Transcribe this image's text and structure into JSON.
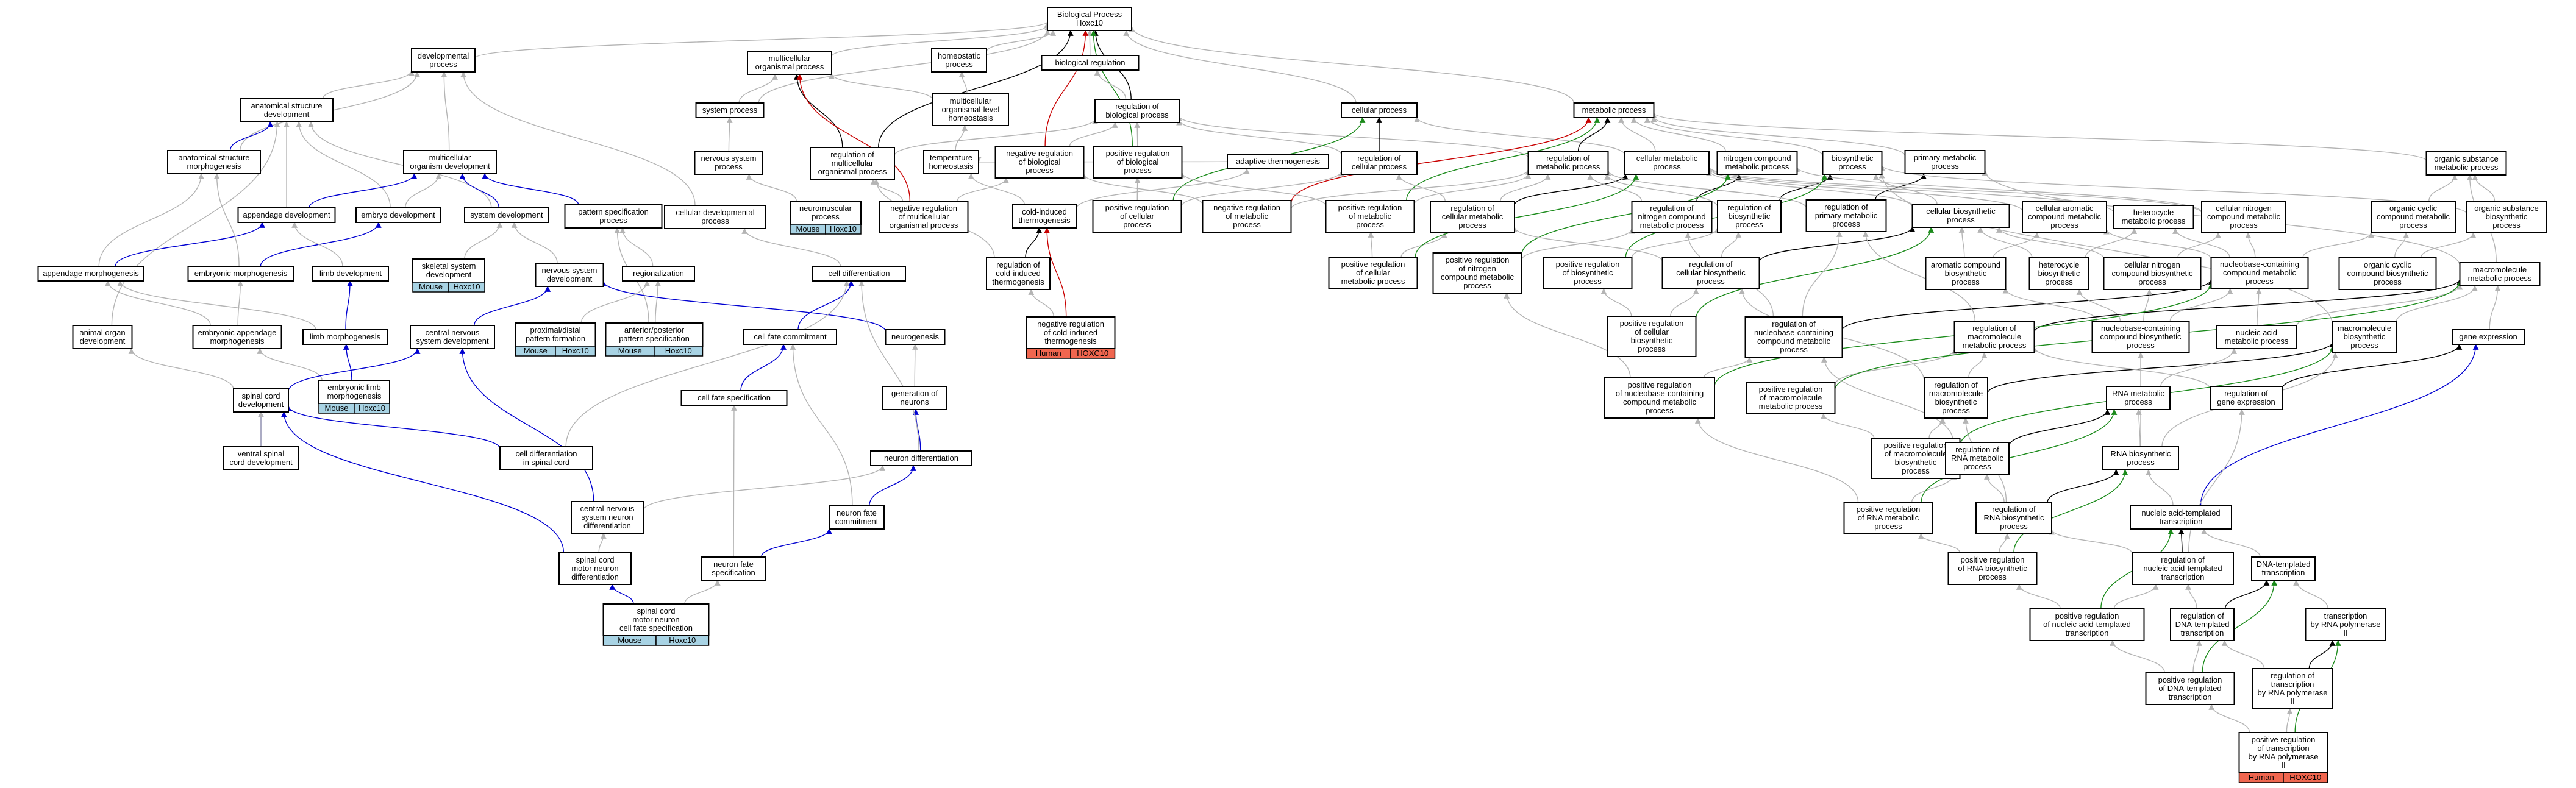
{
  "colors": {
    "is_a": "#b4b4b4",
    "regulates": "#000000",
    "pos_regulates": "#1a8a1a",
    "neg_regulates": "#c80000",
    "part_of": "#0000d0",
    "human_tag": "#f0664f",
    "mouse_tag": "#a8d3e4"
  },
  "nodes": [
    {
      "id": "bp",
      "lines": [
        "Biological Process",
        "Hoxc10"
      ]
    },
    {
      "id": "developmental",
      "lines": [
        "developmental",
        "process"
      ]
    },
    {
      "id": "multicellular",
      "lines": [
        "multicellular",
        "organismal process"
      ]
    },
    {
      "id": "homeostatic",
      "lines": [
        "homeostatic",
        "process"
      ]
    },
    {
      "id": "bioreg",
      "lines": [
        "biological regulation"
      ]
    },
    {
      "id": "anatomical",
      "lines": [
        "anatomical structure",
        "development"
      ]
    },
    {
      "id": "system",
      "lines": [
        "system process"
      ]
    },
    {
      "id": "mlh",
      "lines": [
        "multicellular",
        "organismal-level",
        "homeostasis"
      ]
    },
    {
      "id": "regbio",
      "lines": [
        "regulation of",
        "biological process"
      ]
    },
    {
      "id": "cellular",
      "lines": [
        "cellular process"
      ]
    },
    {
      "id": "metabolic",
      "lines": [
        "metabolic process"
      ]
    },
    {
      "id": "asmorph",
      "lines": [
        "anatomical structure",
        "morphogenesis"
      ]
    },
    {
      "id": "mod",
      "lines": [
        "multicellular",
        "organism development"
      ]
    },
    {
      "id": "nervsys",
      "lines": [
        "nervous system",
        "process"
      ]
    },
    {
      "id": "regmulti",
      "lines": [
        "regulation of",
        "multicellular",
        "organismal process"
      ]
    },
    {
      "id": "temphomeo",
      "lines": [
        "temperature",
        "homeostasis"
      ]
    },
    {
      "id": "negregbio",
      "lines": [
        "negative regulation",
        "of biological",
        "process"
      ]
    },
    {
      "id": "posregbio",
      "lines": [
        "positive regulation",
        "of biological",
        "process"
      ]
    },
    {
      "id": "adaptive",
      "lines": [
        "adaptive thermogenesis"
      ]
    },
    {
      "id": "regcell",
      "lines": [
        "regulation of",
        "cellular process"
      ]
    },
    {
      "id": "regmeta",
      "lines": [
        "regulation of",
        "metabolic process"
      ]
    },
    {
      "id": "cellmeta",
      "lines": [
        "cellular metabolic",
        "process"
      ]
    },
    {
      "id": "nitrogen",
      "lines": [
        "nitrogen compound",
        "metabolic process"
      ]
    },
    {
      "id": "biosyn",
      "lines": [
        "biosynthetic",
        "process"
      ]
    },
    {
      "id": "primary",
      "lines": [
        "primary metabolic",
        "process"
      ]
    },
    {
      "id": "orgsub",
      "lines": [
        "organic substance",
        "metabolic process"
      ]
    },
    {
      "id": "appmorph",
      "lines": [
        "appendage development"
      ]
    },
    {
      "id": "embdev",
      "lines": [
        "embryo development"
      ]
    },
    {
      "id": "sysdev",
      "lines": [
        "system development"
      ]
    },
    {
      "id": "patspec",
      "lines": [
        "pattern specification",
        "process"
      ]
    },
    {
      "id": "celldevproc",
      "lines": [
        "cellular developmental",
        "process"
      ]
    },
    {
      "id": "neuromusc",
      "lines": [
        "neuromuscular",
        "process"
      ],
      "tag": {
        "org": "Mouse",
        "gene": "Hoxc10"
      }
    },
    {
      "id": "negregmulti",
      "lines": [
        "negative regulation",
        "of multicellular",
        "organismal process"
      ]
    },
    {
      "id": "coldind",
      "lines": [
        "cold-induced",
        "thermogenesis"
      ]
    },
    {
      "id": "posregcell",
      "lines": [
        "positive regulation",
        "of cellular",
        "process"
      ]
    },
    {
      "id": "negregmeta",
      "lines": [
        "negative regulation",
        "of metabolic",
        "process"
      ]
    },
    {
      "id": "posregmeta",
      "lines": [
        "positive regulation",
        "of metabolic",
        "process"
      ]
    },
    {
      "id": "regcellmeta",
      "lines": [
        "regulation of",
        "cellular metabolic",
        "process"
      ]
    },
    {
      "id": "regnitro",
      "lines": [
        "regulation of",
        "nitrogen compound",
        "metabolic process"
      ]
    },
    {
      "id": "regbiosyn",
      "lines": [
        "regulation of",
        "biosynthetic",
        "process"
      ]
    },
    {
      "id": "regprim",
      "lines": [
        "regulation of",
        "primary metabolic",
        "process"
      ]
    },
    {
      "id": "cellbiosyn",
      "lines": [
        "cellular biosynthetic",
        "process"
      ]
    },
    {
      "id": "cellarom",
      "lines": [
        "cellular aromatic",
        "compound metabolic",
        "process"
      ]
    },
    {
      "id": "heteromet",
      "lines": [
        "heterocycle",
        "metabolic process"
      ]
    },
    {
      "id": "cellnitro",
      "lines": [
        "cellular nitrogen",
        "compound metabolic",
        "process"
      ]
    },
    {
      "id": "orgcyc",
      "lines": [
        "organic cyclic",
        "compound metabolic",
        "process"
      ]
    },
    {
      "id": "orgsubbio",
      "lines": [
        "organic substance",
        "biosynthetic",
        "process"
      ]
    },
    {
      "id": "appmorph2",
      "lines": [
        "appendage morphogenesis"
      ]
    },
    {
      "id": "embmorph",
      "lines": [
        "embryonic morphogenesis"
      ]
    },
    {
      "id": "limbdev",
      "lines": [
        "limb development"
      ]
    },
    {
      "id": "skeletal",
      "lines": [
        "skeletal system",
        "development"
      ],
      "tag": {
        "org": "Mouse",
        "gene": "Hoxc10"
      }
    },
    {
      "id": "nsdev",
      "lines": [
        "nervous system",
        "development"
      ]
    },
    {
      "id": "regionalization",
      "lines": [
        "regionalization"
      ]
    },
    {
      "id": "celldiff",
      "lines": [
        "cell differentiation"
      ]
    },
    {
      "id": "regcoldind",
      "lines": [
        "regulation of",
        "cold-induced",
        "thermogenesis"
      ]
    },
    {
      "id": "posregcellmeta",
      "lines": [
        "positive regulation",
        "of cellular",
        "metabolic process"
      ]
    },
    {
      "id": "posregnitro",
      "lines": [
        "positive regulation",
        "of nitrogen",
        "compound metabolic",
        "process"
      ]
    },
    {
      "id": "posregbiosyn",
      "lines": [
        "positive regulation",
        "of biosynthetic",
        "process"
      ]
    },
    {
      "id": "regcellbiosyn",
      "lines": [
        "regulation of",
        "cellular biosynthetic",
        "process"
      ]
    },
    {
      "id": "aromatic",
      "lines": [
        "aromatic compound",
        "biosynthetic",
        "process"
      ]
    },
    {
      "id": "heterobio",
      "lines": [
        "heterocycle",
        "biosynthetic",
        "process"
      ]
    },
    {
      "id": "cellnitrobio",
      "lines": [
        "cellular nitrogen",
        "compound biosynthetic",
        "process"
      ]
    },
    {
      "id": "nucmeta",
      "lines": [
        "nucleobase-containing",
        "compound metabolic",
        "process"
      ]
    },
    {
      "id": "orgcycbio",
      "lines": [
        "organic cyclic",
        "compound biosynthetic",
        "process"
      ]
    },
    {
      "id": "macromet",
      "lines": [
        "macromolecule",
        "metabolic process"
      ]
    },
    {
      "id": "animalorgan",
      "lines": [
        "animal organ",
        "development"
      ]
    },
    {
      "id": "embapp",
      "lines": [
        "embryonic appendage",
        "morphogenesis"
      ]
    },
    {
      "id": "limbmorph",
      "lines": [
        "limb morphogenesis"
      ]
    },
    {
      "id": "cns",
      "lines": [
        "central nervous",
        "system development"
      ]
    },
    {
      "id": "proxdist",
      "lines": [
        "proximal/distal",
        "pattern formation"
      ],
      "tag": {
        "org": "Mouse",
        "gene": "Hoxc10"
      }
    },
    {
      "id": "antpost",
      "lines": [
        "anterior/posterior",
        "pattern specification"
      ],
      "tag": {
        "org": "Mouse",
        "gene": "Hoxc10"
      }
    },
    {
      "id": "cellfate",
      "lines": [
        "cell fate commitment"
      ]
    },
    {
      "id": "neurogenesis",
      "lines": [
        "neurogenesis"
      ]
    },
    {
      "id": "negregcoldind",
      "lines": [
        "negative regulation",
        "of cold-induced",
        "thermogenesis"
      ],
      "tag": {
        "org": "Human",
        "gene": "HOXC10"
      }
    },
    {
      "id": "posregcellbiosyn",
      "lines": [
        "positive regulation",
        "of cellular",
        "biosynthetic",
        "process"
      ]
    },
    {
      "id": "regnucmeta",
      "lines": [
        "regulation of",
        "nucleobase-containing",
        "compound metabolic",
        "process"
      ]
    },
    {
      "id": "nucbio",
      "lines": [
        "nucleobase-containing",
        "compound biosynthetic",
        "process"
      ]
    },
    {
      "id": "regmacromet",
      "lines": [
        "regulation of",
        "macromolecule",
        "metabolic process"
      ]
    },
    {
      "id": "nucacidmet",
      "lines": [
        "nucleic acid",
        "metabolic process"
      ]
    },
    {
      "id": "macrobio",
      "lines": [
        "macromolecule",
        "biosynthetic",
        "process"
      ]
    },
    {
      "id": "geneexpr",
      "lines": [
        "gene expression"
      ]
    },
    {
      "id": "embryoniclimb",
      "lines": [
        "embryonic limb",
        "morphogenesis"
      ],
      "tag": {
        "org": "Mouse",
        "gene": "Hoxc10"
      }
    },
    {
      "id": "cellfatespec",
      "lines": [
        "cell fate specification"
      ]
    },
    {
      "id": "genneurons",
      "lines": [
        "generation of",
        "neurons"
      ]
    },
    {
      "id": "spinalcord",
      "lines": [
        "spinal cord",
        "development"
      ]
    },
    {
      "id": "posregnucmeta",
      "lines": [
        "positive regulation",
        "of nucleobase-containing",
        "compound metabolic",
        "process"
      ]
    },
    {
      "id": "posregmacromet",
      "lines": [
        "positive regulation",
        "of macromolecule",
        "metabolic process"
      ]
    },
    {
      "id": "regmacrobio",
      "lines": [
        "regulation of",
        "macromolecule",
        "biosynthetic",
        "process"
      ]
    },
    {
      "id": "rnamet",
      "lines": [
        "RNA metabolic",
        "process"
      ]
    },
    {
      "id": "reggeneexpr",
      "lines": [
        "regulation of",
        "gene expression"
      ]
    },
    {
      "id": "neurondiff",
      "lines": [
        "neuron differentiation"
      ]
    },
    {
      "id": "ventralspinal",
      "lines": [
        "ventral spinal",
        "cord development"
      ]
    },
    {
      "id": "celldiffspinal",
      "lines": [
        "cell differentiation",
        "in spinal cord"
      ]
    },
    {
      "id": "posregmacrobio",
      "lines": [
        "positive regulation",
        "of macromolecule",
        "biosynthetic",
        "process"
      ]
    },
    {
      "id": "regrnamet",
      "lines": [
        "regulation of",
        "RNA metabolic",
        "process"
      ]
    },
    {
      "id": "rnabio",
      "lines": [
        "RNA biosynthetic",
        "process"
      ]
    },
    {
      "id": "cnsneurondiff",
      "lines": [
        "central nervous",
        "system neuron",
        "differentiation"
      ]
    },
    {
      "id": "neuronfate",
      "lines": [
        "neuron fate",
        "commitment"
      ]
    },
    {
      "id": "posregrnamet",
      "lines": [
        "positive regulation",
        "of RNA metabolic",
        "process"
      ]
    },
    {
      "id": "regrnabio",
      "lines": [
        "regulation of",
        "RNA biosynthetic",
        "process"
      ]
    },
    {
      "id": "nucacidtrans",
      "lines": [
        "nucleic acid-templated",
        "transcription"
      ]
    },
    {
      "id": "spinalmotor",
      "lines": [
        "spinal cord",
        "motor neuron",
        "differentiation"
      ]
    },
    {
      "id": "neuronfatespec",
      "lines": [
        "neuron fate",
        "specification"
      ]
    },
    {
      "id": "posregrnabio",
      "lines": [
        "positive regulation",
        "of RNA biosynthetic",
        "process"
      ]
    },
    {
      "id": "regnucacidtrans",
      "lines": [
        "regulation of",
        "nucleic acid-templated",
        "transcription"
      ]
    },
    {
      "id": "dnatrans",
      "lines": [
        "DNA-templated",
        "transcription"
      ]
    },
    {
      "id": "spinalmotorspec",
      "lines": [
        "spinal cord",
        "motor neuron",
        "cell fate specification"
      ],
      "tag": {
        "org": "Mouse",
        "gene": "Hoxc10"
      }
    },
    {
      "id": "posregnucacidtrans",
      "lines": [
        "positive regulation",
        "of nucleic acid-templated",
        "transcription"
      ]
    },
    {
      "id": "regdnatrans",
      "lines": [
        "regulation of",
        "DNA-templated",
        "transcription"
      ]
    },
    {
      "id": "transrnapol",
      "lines": [
        "transcription",
        "by RNA polymerase",
        "II"
      ]
    },
    {
      "id": "posregdnatrans",
      "lines": [
        "positive regulation",
        "of DNA-templated",
        "transcription"
      ]
    },
    {
      "id": "regtransrnapol",
      "lines": [
        "regulation of",
        "transcription",
        "by RNA polymerase",
        "II"
      ]
    },
    {
      "id": "posregtransrnapol",
      "lines": [
        "positive regulation",
        "of transcription",
        "by RNA polymerase",
        "II"
      ],
      "tag": {
        "org": "Human",
        "gene": "HOXC10"
      }
    }
  ]
}
